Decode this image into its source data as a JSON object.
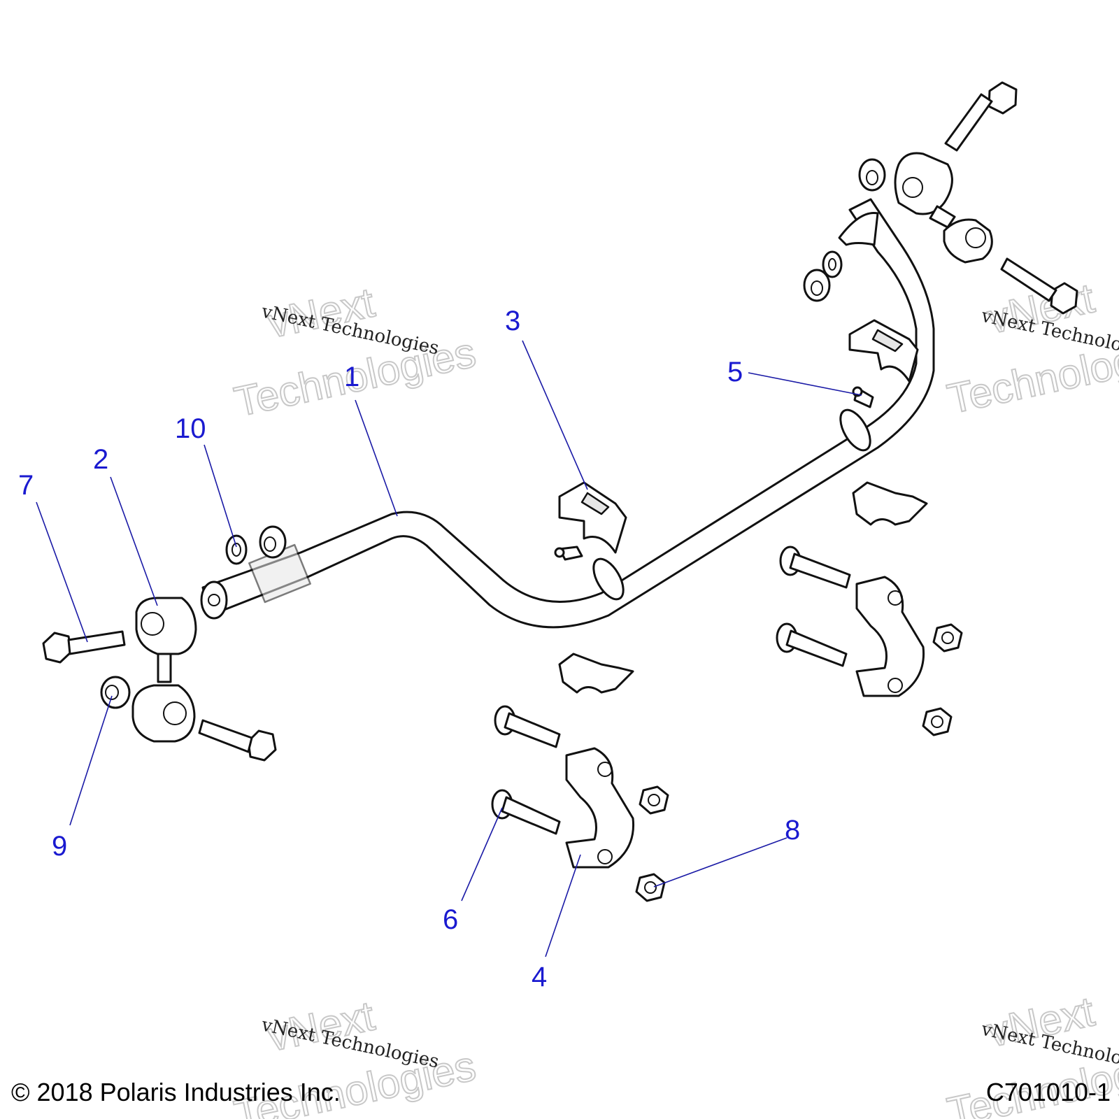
{
  "callouts": [
    {
      "id": "1",
      "text": "1"
    },
    {
      "id": "2",
      "text": "2"
    },
    {
      "id": "3",
      "text": "3"
    },
    {
      "id": "4",
      "text": "4"
    },
    {
      "id": "5",
      "text": "5"
    },
    {
      "id": "6",
      "text": "6"
    },
    {
      "id": "7",
      "text": "7"
    },
    {
      "id": "8",
      "text": "8"
    },
    {
      "id": "9",
      "text": "9"
    },
    {
      "id": "10",
      "text": "10"
    }
  ],
  "watermark": {
    "line_small": "vNext Technologies",
    "line_big_1": "vNext",
    "line_big_2": "Technologies"
  },
  "footer": {
    "copyright": "© 2018 Polaris Industries Inc.",
    "drawing_id": "C701010-1"
  },
  "colors": {
    "callout": "#1a1ad0",
    "leader": "#1a1aa6",
    "line": "#111111"
  }
}
